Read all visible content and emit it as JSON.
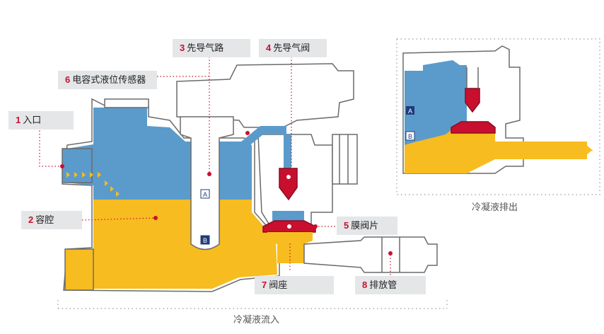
{
  "labels": [
    {
      "num": "1",
      "text": "入口"
    },
    {
      "num": "2",
      "text": "容腔"
    },
    {
      "num": "3",
      "text": "先导气路"
    },
    {
      "num": "4",
      "text": "先导气阀"
    },
    {
      "num": "5",
      "text": "膜阀片"
    },
    {
      "num": "6",
      "text": "电容式液位传感器"
    },
    {
      "num": "7",
      "text": "阀座"
    },
    {
      "num": "8",
      "text": "排放管"
    }
  ],
  "captions": {
    "inflow": "冷凝液流入",
    "discharge": "冷凝液排出"
  },
  "markers": {
    "a": "A",
    "b": "B"
  },
  "colors": {
    "water": "#5b9bcb",
    "condensate": "#f7bc1f",
    "valve": "#c8102e",
    "body": "#ffffff",
    "outline": "#6b6b6b",
    "label_bg": "#e4e6e8"
  }
}
